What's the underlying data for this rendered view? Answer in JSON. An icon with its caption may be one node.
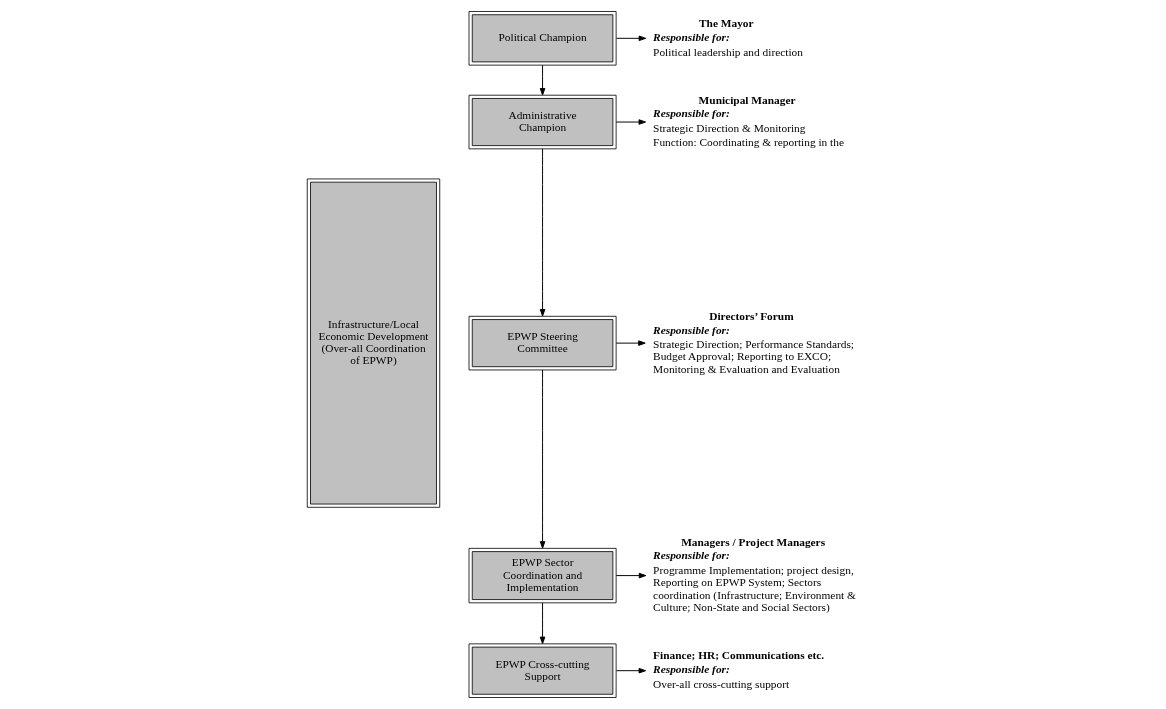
{
  "diagram": {
    "nodes": [
      {
        "text": [
          "Infrastructure/Local Economic Development (Over-all Coordination of EPWP)"
        ]
      },
      {
        "text": [
          "Political Champion"
        ]
      },
      {
        "text": [
          "Administrative Champion"
        ]
      },
      {
        "text": [
          "EPWP Steering Committee"
        ]
      },
      {
        "text": [
          "EPWP Sector Coordination and Implementation"
        ]
      },
      {
        "text": [
          "EPWP Cross-cutting Support"
        ]
      },
      {
        "text": [
          "The Mayor",
          "Responsible for:",
          "Political leadership and direction"
        ]
      },
      {
        "text": [
          "Municipal Manager",
          "Responsible for:",
          "Strategic Direction & Monitoring",
          "Function: Coordinating & reporting in the"
        ]
      },
      {
        "text": [
          "Directors’ Forum",
          "Responsible for:",
          "Strategic Direction; Performance Standards; Budget Approval; Reporting to EXCO; Monitoring & Evaluation and Evaluation"
        ]
      },
      {
        "text": [
          "Managers / Project Managers",
          "Responsible for:",
          "Programme Implementation; project design, Reporting on EPWP System; Sectors coordination (Infrastructure; Environment & Culture; Non-State and Social Sectors)"
        ]
      },
      {
        "text": [
          "Finance; HR; Communications etc.",
          "Responsible for:",
          "Over-all cross-cutting support"
        ]
      }
    ],
    "edges": [
      {
        "from": 1,
        "to": 2,
        "arrow": "to"
      },
      {
        "from": 2,
        "to": 3,
        "arrow": "to"
      },
      {
        "from": 3,
        "to": 4,
        "arrow": "to"
      },
      {
        "from": 4,
        "to": 5,
        "arrow": "to"
      },
      {
        "from": 1,
        "to": 6,
        "arrow": "to"
      },
      {
        "from": 2,
        "to": 7,
        "arrow": "to"
      },
      {
        "from": 3,
        "to": 8,
        "arrow": "to"
      },
      {
        "from": 4,
        "to": 9,
        "arrow": "to"
      },
      {
        "from": 5,
        "to": 10,
        "arrow": "to"
      }
    ]
  }
}
